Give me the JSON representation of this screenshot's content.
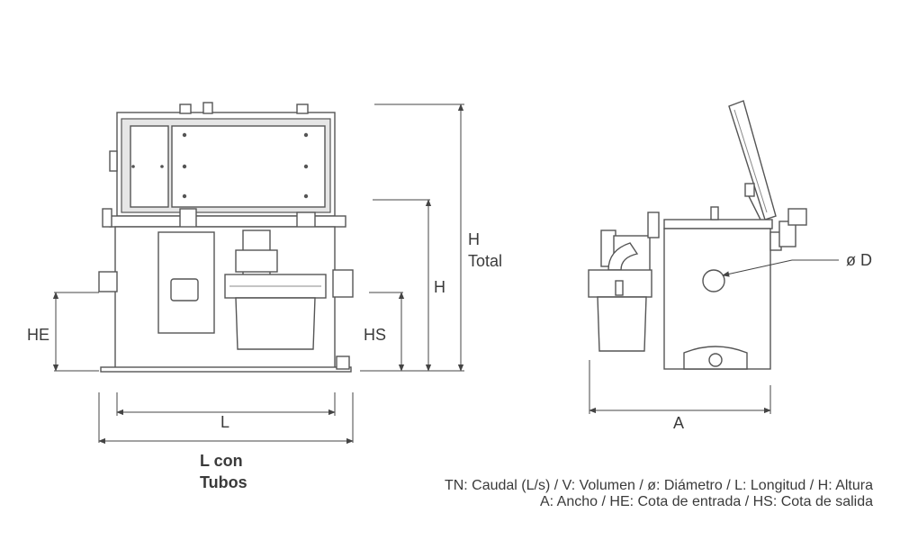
{
  "dimensions": {
    "he": "HE",
    "hs": "HS",
    "h": "H",
    "h_total_line1": "H",
    "h_total_line2": "Total",
    "l": "L",
    "l_tubos_line1": "L con",
    "l_tubos_line2": "Tubos",
    "a": "A",
    "d": "ø D"
  },
  "legend": {
    "line1": "TN: Caudal (L/s) / V: Volumen / ø: Diámetro / L: Longitud / H: Altura",
    "line2": "A: Ancho / HE: Cota de entrada / HS: Cota de salida"
  },
  "colors": {
    "line": "#555555",
    "fill_light": "#e6e6e6",
    "text": "#3a3a3a"
  }
}
